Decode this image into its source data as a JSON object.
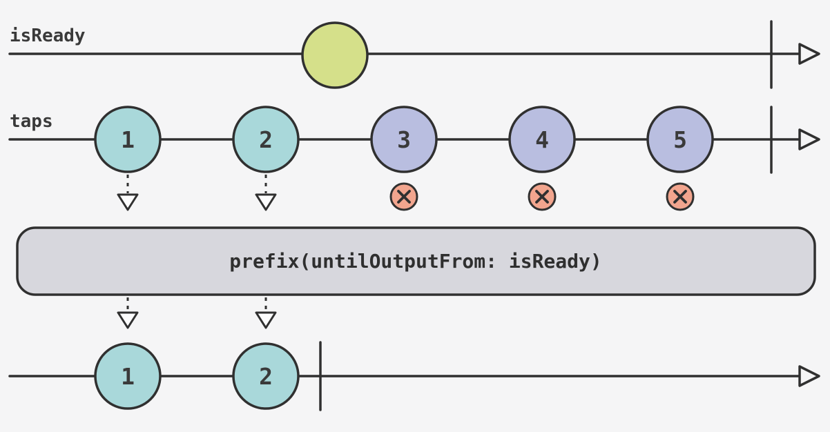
{
  "colors": {
    "background": "#f5f5f6",
    "line": "#303030",
    "text": "#3a3a3a",
    "teal": "#a9d8da",
    "lavender": "#b9bee0",
    "yellow_green": "#d5e08a",
    "salmon": "#f2a58e",
    "box_fill": "#d7d7dd"
  },
  "is_ready_stream": {
    "label": "isReady"
  },
  "taps_stream": {
    "label": "taps",
    "marbles": [
      "1",
      "2",
      "3",
      "4",
      "5"
    ]
  },
  "operator": {
    "label": "prefix(untilOutputFrom: isReady)"
  },
  "output_stream": {
    "marbles": [
      "1",
      "2"
    ]
  }
}
